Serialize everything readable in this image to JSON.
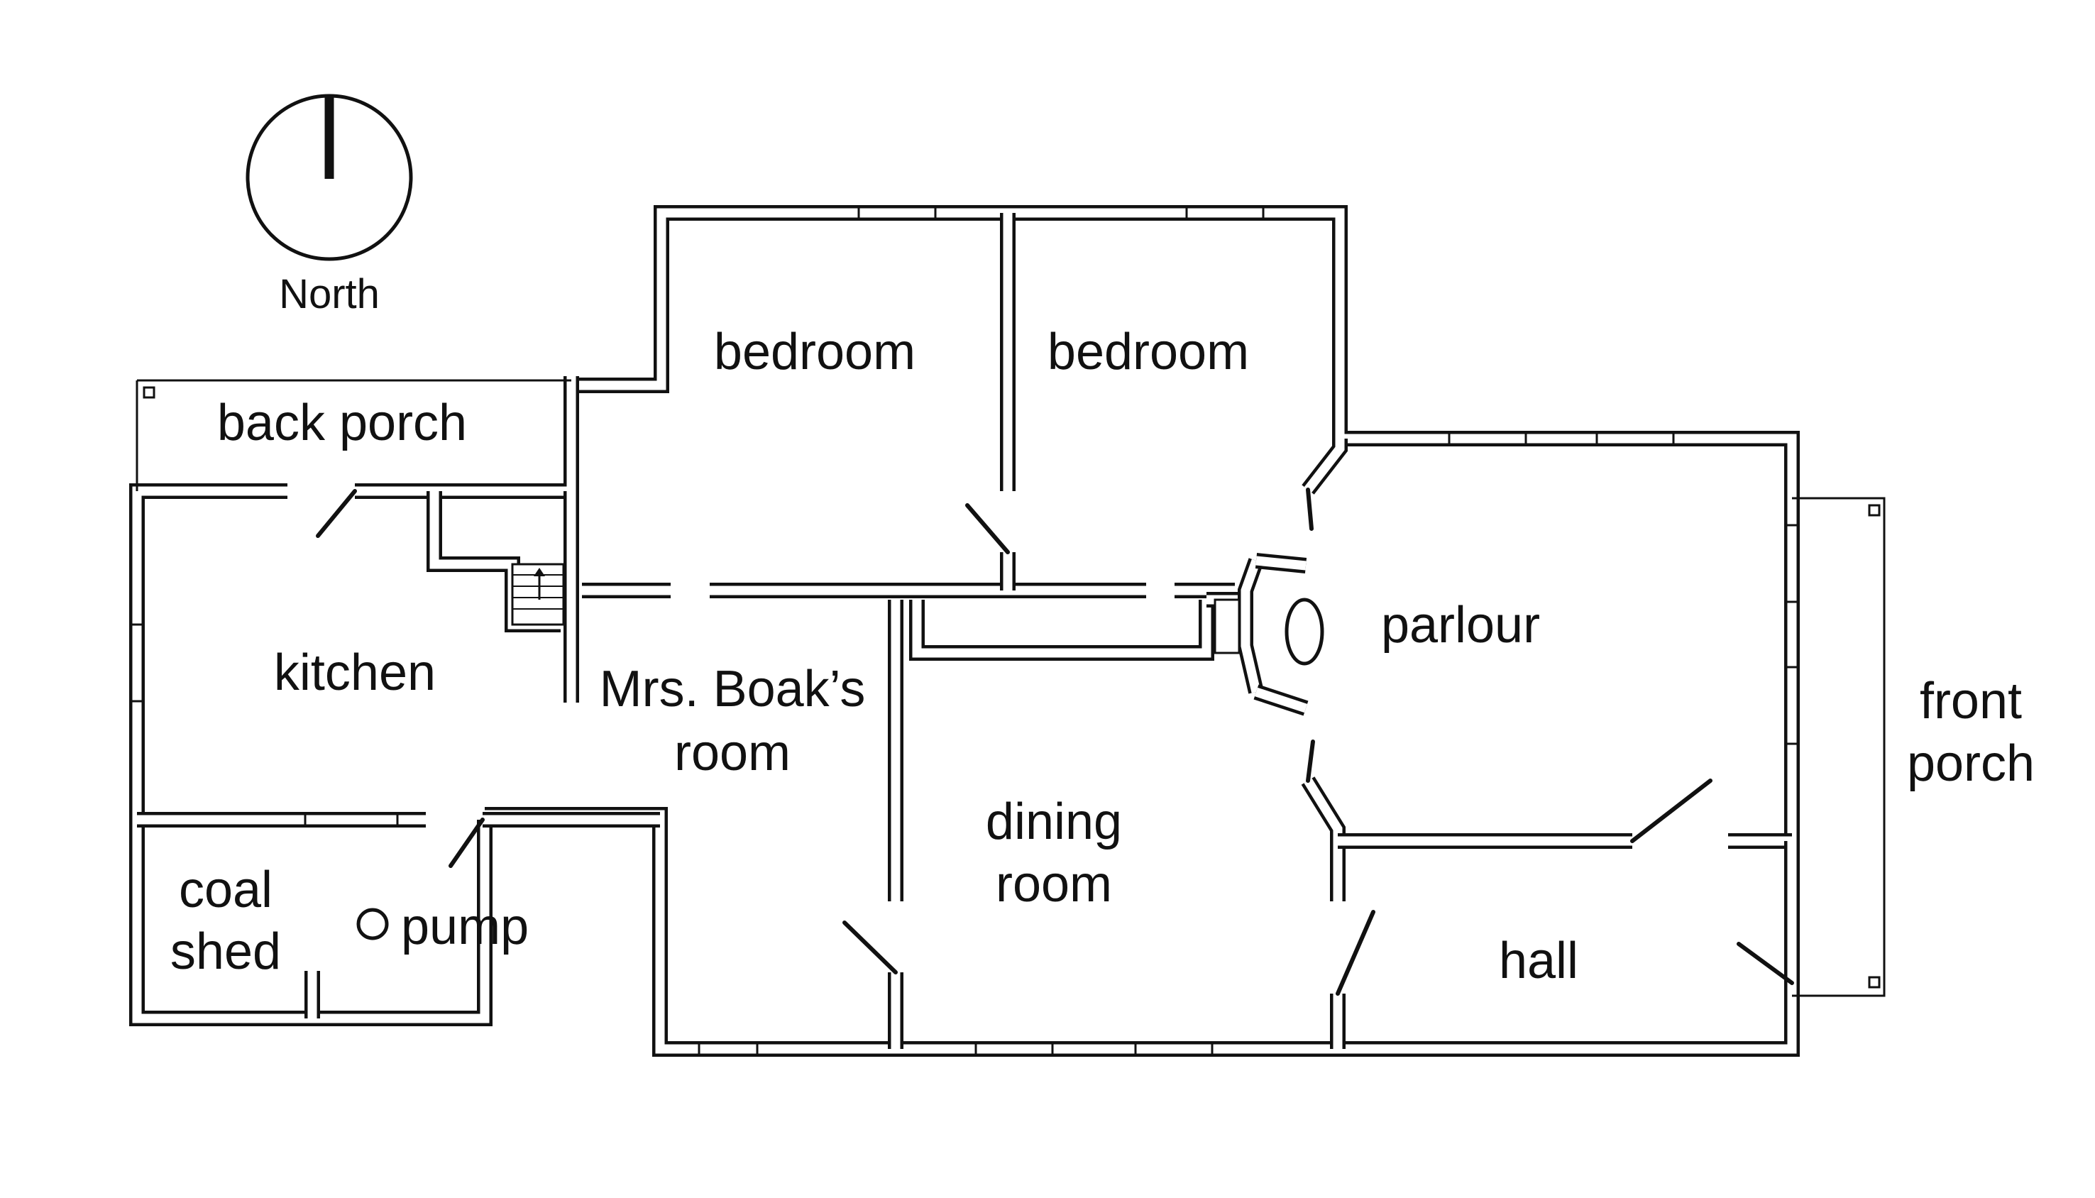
{
  "compass": {
    "label": "North"
  },
  "rooms": {
    "bedroom_west": "bedroom",
    "bedroom_east": "bedroom",
    "back_porch": "back porch",
    "kitchen": "kitchen",
    "mrs_boak_line1": "Mrs. Boak’s",
    "mrs_boak_line2": "room",
    "parlour": "parlour",
    "front_porch_line1": "front",
    "front_porch_line2": "porch",
    "dining_line1": "dining",
    "dining_line2": "room",
    "hall": "hall",
    "coal_shed_line1": "coal",
    "coal_shed_line2": "shed",
    "pump": "pump"
  },
  "colors": {
    "ink": "#111111",
    "paper": "#ffffff"
  }
}
